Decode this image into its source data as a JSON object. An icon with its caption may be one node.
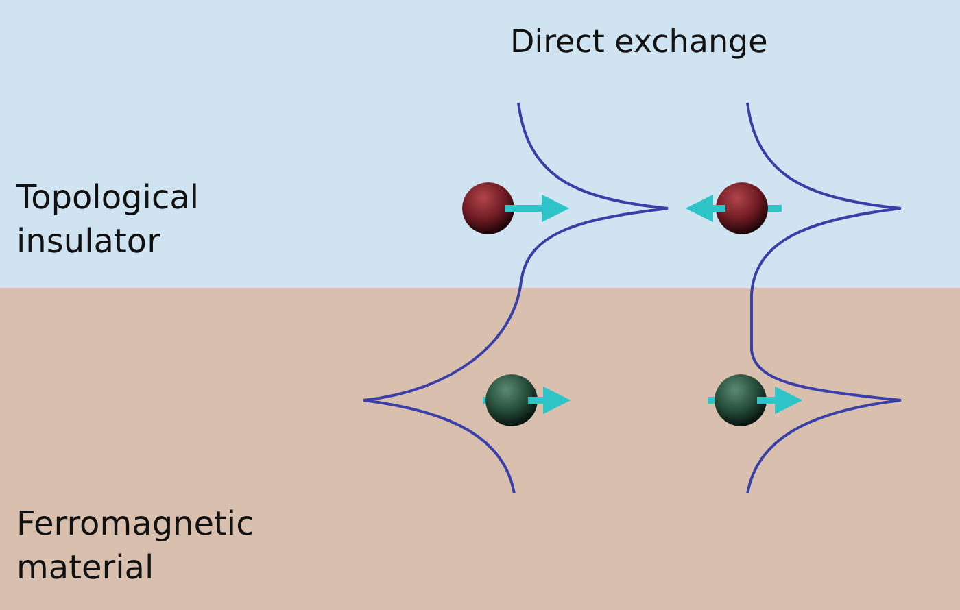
{
  "diagram": {
    "title": "Direct exchange",
    "nodes": [
      {
        "text": [
          "Topological insulator"
        ]
      },
      {
        "text": [
          "Ferromagnetic material"
        ]
      }
    ]
  }
}
